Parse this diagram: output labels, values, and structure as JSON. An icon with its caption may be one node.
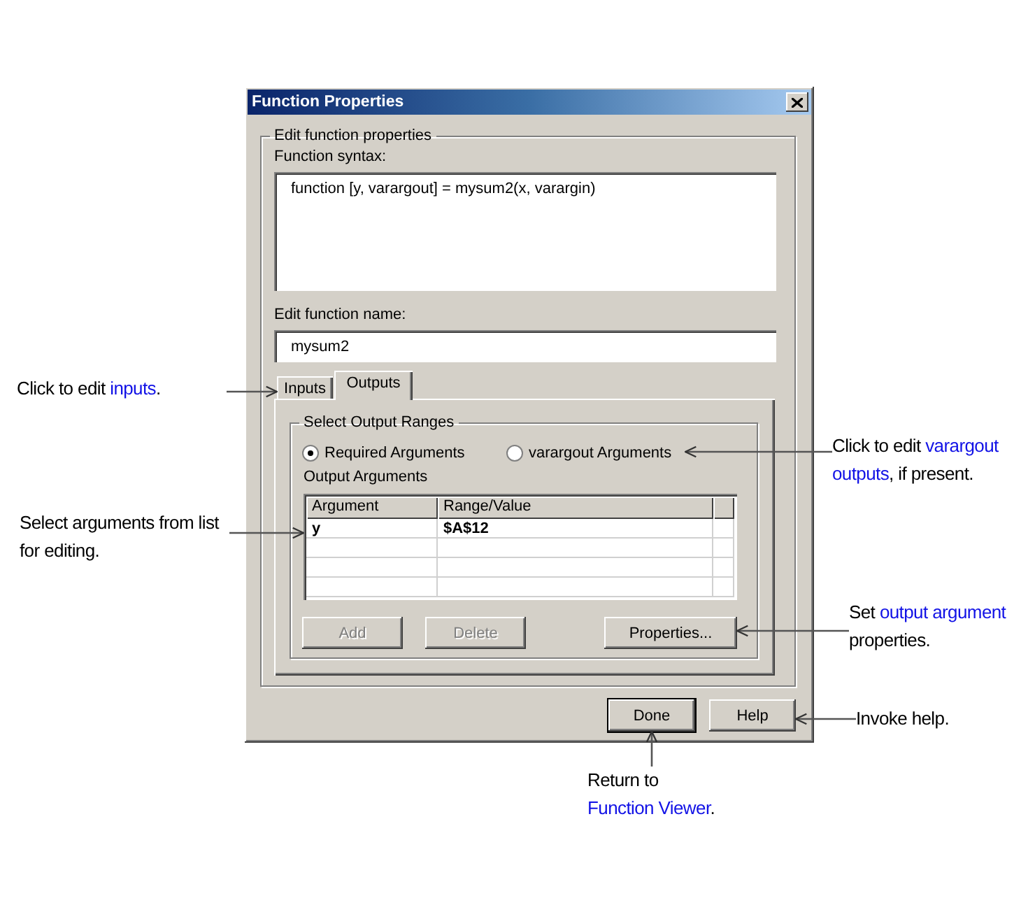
{
  "diagram": {
    "nodes": [
      {
        "text": [
          "Function Properties"
        ]
      },
      {
        "text": [
          "Edit function properties"
        ],
        "in": 0
      },
      {
        "text": [
          "Function syntax:",
          "function [y, varargout] = mysum2(x, varargin)"
        ],
        "in": 1
      },
      {
        "text": [
          "Edit function name:",
          "mysum2"
        ],
        "in": 1
      },
      {
        "text": [
          "Inputs"
        ],
        "in": 1
      },
      {
        "text": [
          "Outputs"
        ],
        "in": 1
      },
      {
        "text": [],
        "shape": "box",
        "in": 1
      },
      {
        "text": [
          "Select Output Ranges"
        ],
        "in": 6
      },
      {
        "text": [
          "Required Arguments"
        ],
        "in": 7
      },
      {
        "text": [
          "varargout Arguments"
        ],
        "in": 7
      },
      {
        "text": [
          "Output Arguments"
        ],
        "in": 7
      },
      {
        "text": [
          "Add"
        ],
        "in": 7
      },
      {
        "text": [
          "Delete"
        ],
        "in": 7
      },
      {
        "text": [
          "Properties..."
        ],
        "in": 7
      },
      {
        "text": [
          "Done"
        ],
        "in": 0
      },
      {
        "text": [
          "Help"
        ],
        "in": 0
      },
      {
        "text": [
          "Click to edit **inputs**."
        ]
      },
      {
        "text": [
          "Select arguments from list for editing."
        ]
      },
      {
        "text": [
          "Click to edit **varargout outputs**, if present."
        ]
      },
      {
        "text": [
          "Set **output argument** properties."
        ]
      },
      {
        "text": [
          "Invoke help."
        ]
      },
      {
        "text": [
          "Return to **Function Viewer**."
        ]
      }
    ],
    "edges": [
      {
        "from": 16,
        "to": 4,
        "arrow": "to"
      },
      {
        "from": 17,
        "to": 10,
        "arrow": "to"
      },
      {
        "from": 18,
        "to": 9,
        "arrow": "to"
      },
      {
        "from": 19,
        "to": 13,
        "arrow": "to"
      },
      {
        "from": 20,
        "to": 15,
        "arrow": "to"
      },
      {
        "from": 21,
        "to": 14,
        "arrow": "to"
      }
    ],
    "labels": [
      "Argument",
      "Range/Value",
      "y",
      "$A$12"
    ]
  }
}
